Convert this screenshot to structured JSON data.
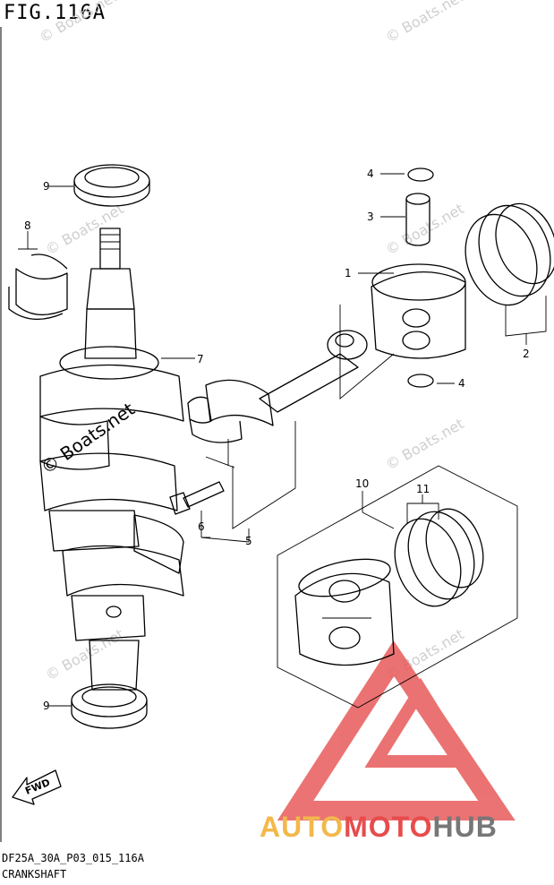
{
  "figure": {
    "title": "FIG.116A",
    "code": "DF25A_30A_P03_015_116A",
    "name": "CRANKSHAFT"
  },
  "callouts": [
    "9",
    "8",
    "7",
    "6",
    "5",
    "4",
    "3",
    "1",
    "2",
    "4",
    "10",
    "11",
    "9"
  ],
  "watermark": {
    "text": "© Boats.net",
    "big_text": "© Boats.net"
  },
  "fwd_label": "FWD",
  "brand": {
    "part1": "AUTO",
    "part2": "MOTO",
    "part3": "HUB",
    "colors": {
      "auto": "#f2b84b",
      "moto": "#e74c4c",
      "hub": "#777777"
    }
  }
}
